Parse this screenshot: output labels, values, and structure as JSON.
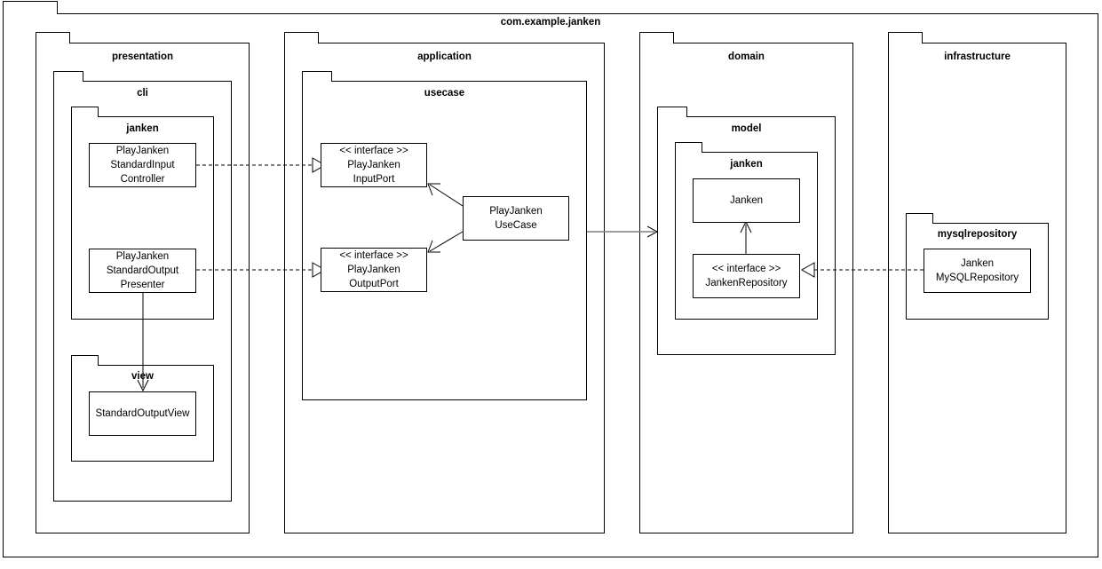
{
  "diagram": {
    "type": "uml-package-diagram",
    "root_package": "com.example.janken",
    "packages": [
      {
        "id": "presentation",
        "label": "presentation"
      },
      {
        "id": "cli",
        "label": "cli"
      },
      {
        "id": "cli_janken",
        "label": "janken"
      },
      {
        "id": "view",
        "label": "view"
      },
      {
        "id": "application",
        "label": "application"
      },
      {
        "id": "usecase",
        "label": "usecase"
      },
      {
        "id": "domain",
        "label": "domain"
      },
      {
        "id": "model",
        "label": "model"
      },
      {
        "id": "model_janken",
        "label": "janken"
      },
      {
        "id": "infrastructure",
        "label": "infrastructure"
      },
      {
        "id": "mysqlrepository",
        "label": "mysqlrepository"
      }
    ],
    "classes": [
      {
        "id": "controller",
        "label": "PlayJanken\nStandardInput\nController"
      },
      {
        "id": "presenter",
        "label": "PlayJanken\nStandardOutput\nPresenter"
      },
      {
        "id": "view_class",
        "label": "StandardOutputView"
      },
      {
        "id": "input_port",
        "label": "<< interface >>\nPlayJanken\nInputPort"
      },
      {
        "id": "output_port",
        "label": "<< interface >>\nPlayJanken\nOutputPort"
      },
      {
        "id": "usecase_class",
        "label": "PlayJanken\nUseCase"
      },
      {
        "id": "janken_entity",
        "label": "Janken"
      },
      {
        "id": "janken_repository",
        "label": "<< interface >>\nJankenRepository"
      },
      {
        "id": "mysql_repository",
        "label": "Janken\nMySQLRepository"
      }
    ],
    "relations": [
      {
        "from": "controller",
        "to": "input_port",
        "type": "realization"
      },
      {
        "from": "presenter",
        "to": "output_port",
        "type": "realization"
      },
      {
        "from": "usecase_class",
        "to": "input_port",
        "type": "association"
      },
      {
        "from": "usecase_class",
        "to": "output_port",
        "type": "association"
      },
      {
        "from": "usecase_class",
        "to": "domain",
        "type": "dependency"
      },
      {
        "from": "presenter",
        "to": "view_class",
        "type": "association"
      },
      {
        "from": "janken_repository",
        "to": "janken_entity",
        "type": "association"
      },
      {
        "from": "mysql_repository",
        "to": "janken_repository",
        "type": "realization"
      }
    ],
    "colors": {
      "stroke": "#000000",
      "fill": "#ffffff",
      "gray_stroke": "#7f7f7f"
    }
  }
}
